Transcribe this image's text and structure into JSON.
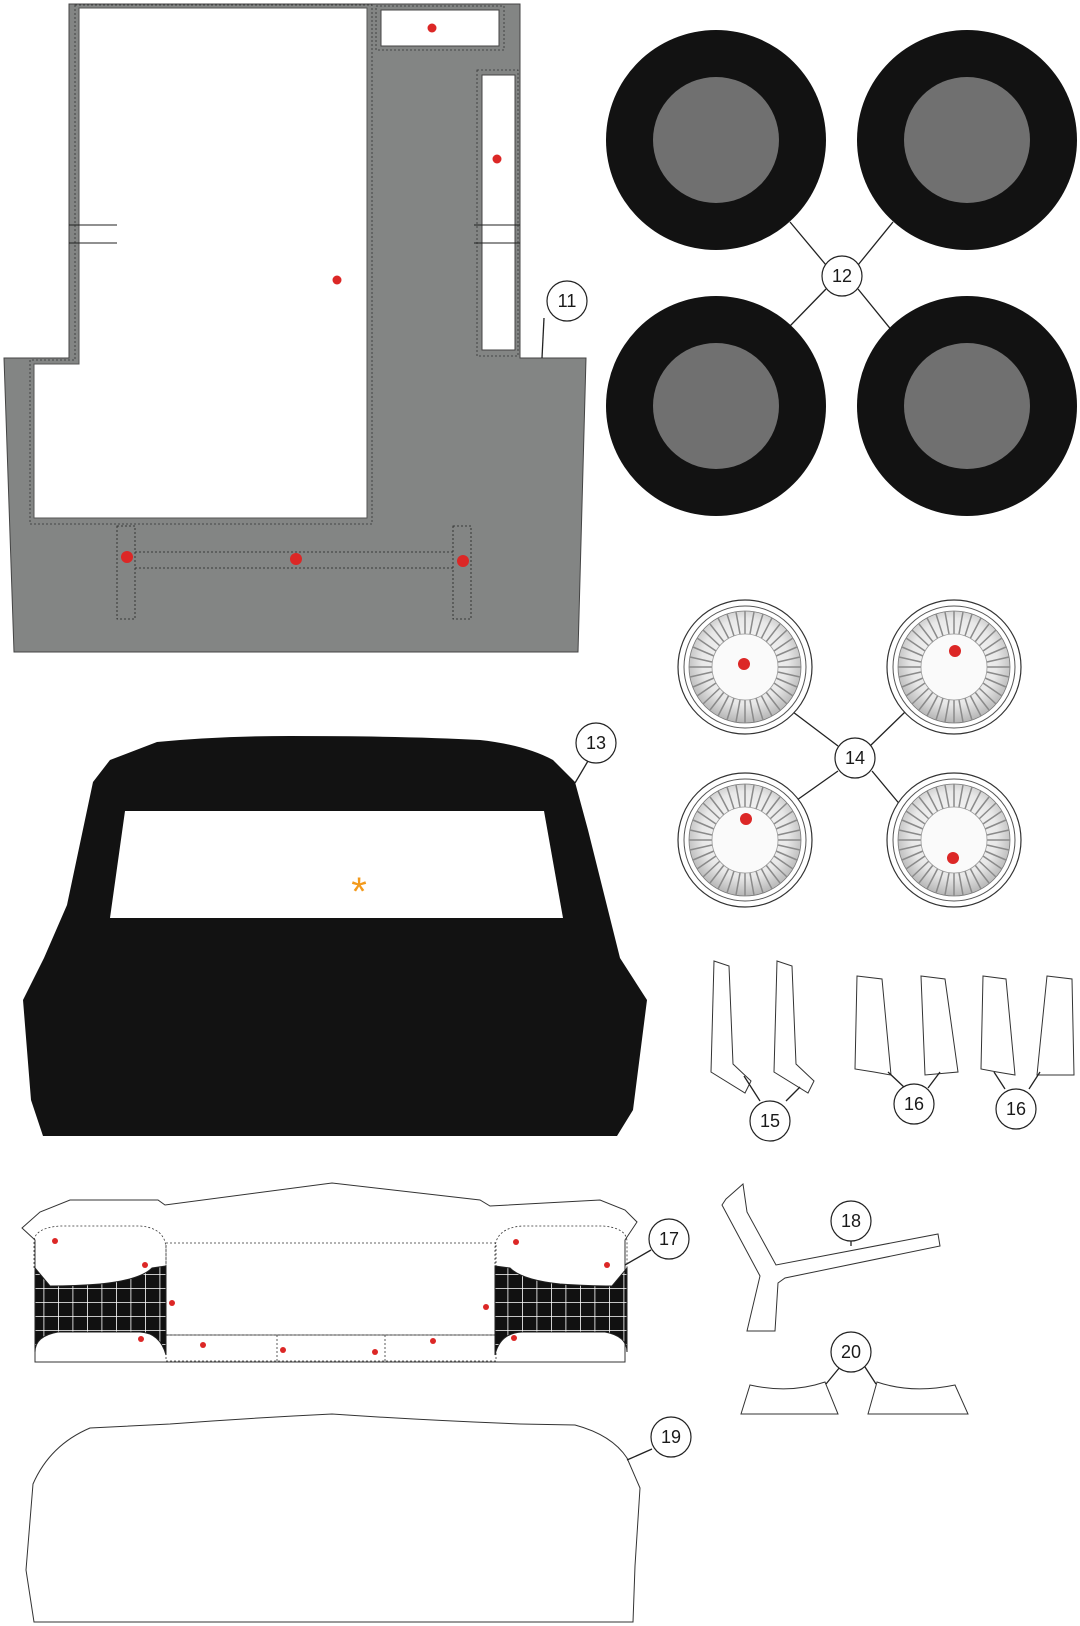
{
  "labels": {
    "part11": "11",
    "part12": "12",
    "part13": "13",
    "part14": "14",
    "part15": "15",
    "part16a": "16",
    "part16b": "16",
    "part17": "17",
    "part18": "18",
    "part19": "19",
    "part20": "20"
  },
  "marks": {
    "window_star": "*"
  },
  "colors": {
    "panel_gray": "#838584",
    "tire_black": "#121212",
    "hub_gray": "#707070",
    "dot_red": "#dc2726",
    "star_orange": "#f39a1c",
    "outline": "#2a2a2a"
  }
}
